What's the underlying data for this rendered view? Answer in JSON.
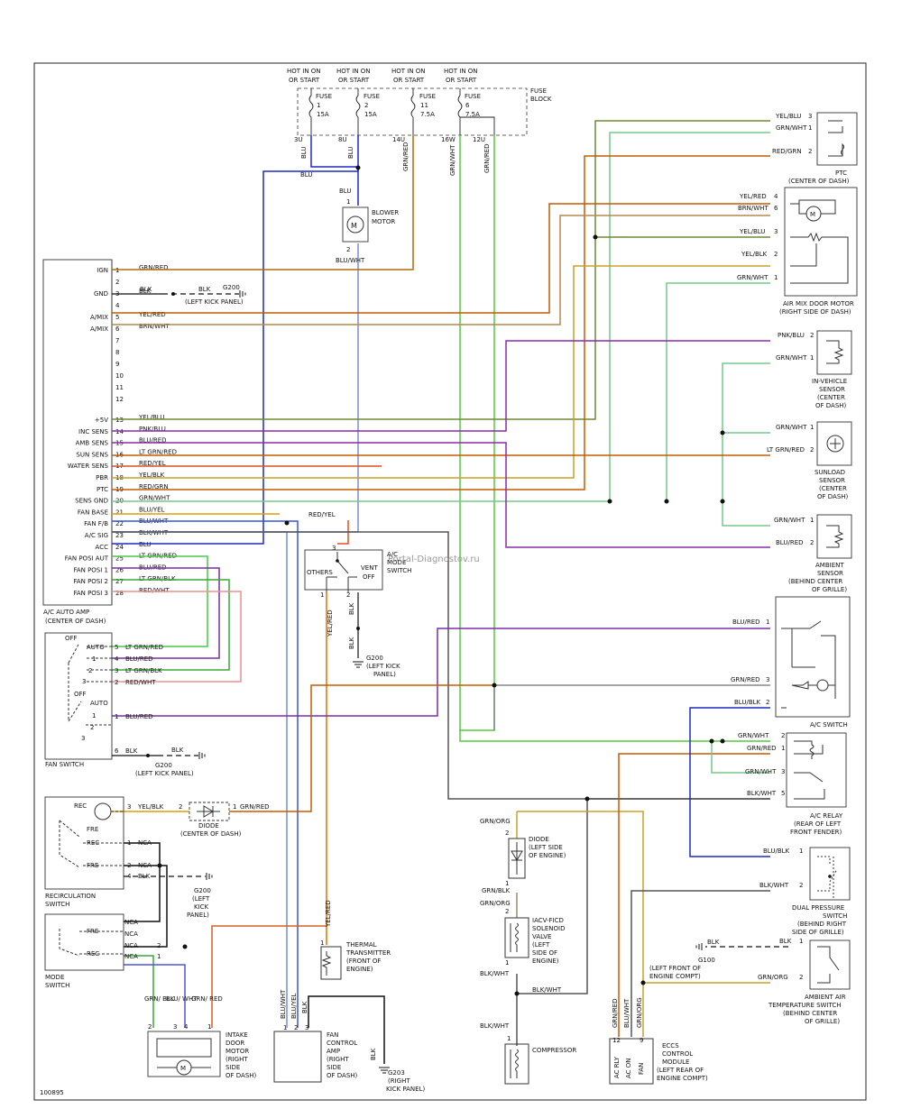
{
  "figure_id": "100895",
  "watermark": "Portal-Diagnostov.ru",
  "fuse_block": {
    "label": [
      "FUSE",
      "BLOCK"
    ],
    "hot_label": [
      "HOT IN ON",
      "OR START"
    ],
    "fuses": [
      {
        "word": "FUSE",
        "num": "1",
        "amp": "15A",
        "term": "3U"
      },
      {
        "word": "FUSE",
        "num": "2",
        "amp": "15A",
        "term": "8U"
      },
      {
        "word": "FUSE",
        "num": "11",
        "amp": "7.5A",
        "term": "14U"
      },
      {
        "word": "FUSE",
        "num": "6",
        "amp": "7.5A",
        "term": "16W"
      }
    ],
    "extra_term": "12U"
  },
  "blower": {
    "label": [
      "BLOWER",
      "MOTOR"
    ],
    "pin1": "1",
    "pin2": "2",
    "wire_in": "BLU",
    "wire_out": "BLU/WHT"
  },
  "top_wires": {
    "w1": "BLU",
    "w2": "BLU",
    "w3": "GRN/RED",
    "w4": "GRN/WHT",
    "w5": "GRN/RED",
    "w_blu2": "BLU"
  },
  "amp": {
    "title": [
      "A/C AUTO AMP",
      "(CENTER OF DASH)"
    ],
    "pins": [
      {
        "label": "IGN",
        "num": "1",
        "wire": "GRN/RED"
      },
      {
        "label": "",
        "num": "2",
        "wire": ""
      },
      {
        "label": "GND",
        "num": "3",
        "wire": "BLK"
      },
      {
        "label": "",
        "num": "4",
        "wire": ""
      },
      {
        "label": "A/MIX",
        "num": "5",
        "wire": "YEL/RED"
      },
      {
        "label": "A/MIX",
        "num": "6",
        "wire": "BRN/WHT"
      },
      {
        "label": "",
        "num": "7",
        "wire": ""
      },
      {
        "label": "",
        "num": "8",
        "wire": ""
      },
      {
        "label": "",
        "num": "9",
        "wire": ""
      },
      {
        "label": "",
        "num": "10",
        "wire": ""
      },
      {
        "label": "",
        "num": "11",
        "wire": ""
      },
      {
        "label": "",
        "num": "12",
        "wire": ""
      },
      {
        "label": "+5V",
        "num": "13",
        "wire": "YEL/BLU"
      },
      {
        "label": "INC SENS",
        "num": "14",
        "wire": "PNK/BLU"
      },
      {
        "label": "AMB SENS",
        "num": "15",
        "wire": "BLU/RED"
      },
      {
        "label": "SUN SENS",
        "num": "16",
        "wire": "LT GRN/RED"
      },
      {
        "label": "WATER SENS",
        "num": "17",
        "wire": "RED/YEL"
      },
      {
        "label": "PBR",
        "num": "18",
        "wire": "YEL/BLK"
      },
      {
        "label": "PTC",
        "num": "19",
        "wire": "RED/GRN"
      },
      {
        "label": "SENS GND",
        "num": "20",
        "wire": "GRN/WHT"
      },
      {
        "label": "FAN BASE",
        "num": "21",
        "wire": "BLU/YEL"
      },
      {
        "label": "FAN F/B",
        "num": "22",
        "wire": "BLU/WHT"
      },
      {
        "label": "A/C SIG",
        "num": "23",
        "wire": "BLK/WHT"
      },
      {
        "label": "ACC",
        "num": "24",
        "wire": "BLU"
      },
      {
        "label": "FAN POSI AUT",
        "num": "25",
        "wire": "LT GRN/RED"
      },
      {
        "label": "FAN POSI 1",
        "num": "26",
        "wire": "BLU/RED"
      },
      {
        "label": "FAN POSI 2",
        "num": "27",
        "wire": "LT GRN/BLK"
      },
      {
        "label": "FAN POSI 3",
        "num": "28",
        "wire": "RED/WHT"
      }
    ]
  },
  "ground_g200": {
    "wire": "BLK",
    "wire2": "BLK",
    "id": "G200",
    "loc": "(LEFT KICK PANEL)"
  },
  "ptc": {
    "label": [
      "PTC",
      "(CENTER OF DASH)"
    ],
    "pins": [
      {
        "wire": "YEL/BLU",
        "num": "3"
      },
      {
        "wire": "GRN/WHT",
        "num": "1"
      },
      {
        "wire": "RED/GRN",
        "num": "2"
      }
    ]
  },
  "air_mix": {
    "label": [
      "AIR MIX DOOR MOTOR",
      "(RIGHT SIDE OF DASH)"
    ],
    "pins": [
      {
        "wire": "YEL/RED",
        "num": "4"
      },
      {
        "wire": "BRN/WHT",
        "num": "6"
      },
      {
        "wire": "YEL/BLU",
        "num": "3"
      },
      {
        "wire": "YEL/BLK",
        "num": "2"
      },
      {
        "wire": "GRN/WHT",
        "num": "1"
      }
    ]
  },
  "in_vehicle": {
    "label": [
      "IN-VEHICLE",
      "SENSOR",
      "(CENTER",
      "OF DASH)"
    ],
    "pins": [
      {
        "wire": "PNK/BLU",
        "num": "2"
      },
      {
        "wire": "GRN/WHT",
        "num": "1"
      }
    ]
  },
  "sunload": {
    "label": [
      "SUNLOAD",
      "SENSOR",
      "(CENTER",
      "OF DASH)"
    ],
    "pins": [
      {
        "wire": "GRN/WHT",
        "num": "1"
      },
      {
        "wire": "LT GRN/RED",
        "num": "2"
      }
    ]
  },
  "ambient": {
    "label": [
      "AMBIENT",
      "SENSOR",
      "(BEHIND CENTER",
      "OF GRILLE)"
    ],
    "pins": [
      {
        "wire": "GRN/WHT",
        "num": "1"
      },
      {
        "wire": "BLU/RED",
        "num": "2"
      }
    ]
  },
  "ac_switch": {
    "label": "A/C SWITCH",
    "pins": [
      {
        "wire": "BLU/RED",
        "num": "1"
      },
      {
        "wire": "GRN/RED",
        "num": "3"
      },
      {
        "wire": "BLU/BLK",
        "num": "2"
      }
    ]
  },
  "ac_relay": {
    "label": [
      "A/C RELAY",
      "(REAR OF LEFT",
      "FRONT FENDER)"
    ],
    "pins": [
      {
        "wire": "GRN/WHT",
        "num": "2"
      },
      {
        "wire": "GRN/RED",
        "num": "1"
      },
      {
        "wire": "GRN/WHT",
        "num": "3"
      },
      {
        "wire": "BLK/WHT",
        "num": "5"
      }
    ]
  },
  "dual_pressure": {
    "label": [
      "DUAL PRESSURE",
      "SWITCH",
      "(BEHIND RIGHT",
      "SIDE OF GRILLE)"
    ],
    "pins": [
      {
        "wire": "BLU/BLK",
        "num": "1"
      },
      {
        "wire": "BLK/WHT",
        "num": "2"
      }
    ]
  },
  "ambient_temp": {
    "label": [
      "AMBIENT AIR",
      "TEMPERATURE SWITCH",
      "(BEHIND CENTER",
      "OF GRILLE)"
    ],
    "pins": [
      {
        "wire": "BLK",
        "num": "1"
      },
      {
        "wire": "GRN/ORG",
        "num": "2"
      }
    ]
  },
  "g100": {
    "wire": "BLK",
    "id": "G100",
    "loc": [
      "(LEFT FRONT OF",
      "ENGINE COMPT)"
    ]
  },
  "vent_switch": {
    "label": [
      "A/C",
      "MODE",
      "SWITCH"
    ],
    "others": "OTHERS",
    "vent": "VENT",
    "off": "OFF",
    "pin3": "3",
    "pin1": "1",
    "pin2": "2",
    "wire_top": "RED/YEL",
    "wire_left": "YEL/RED",
    "wire_right": "BLK"
  },
  "g200_b": {
    "id": "G200",
    "loc": [
      "(LEFT KICK",
      "PANEL)"
    ]
  },
  "fan_switch": {
    "label": "FAN SWITCH",
    "off": "OFF",
    "auto": "AUTO",
    "off2": "OFF",
    "auto2": "AUTO",
    "p1": "1",
    "p2": "2",
    "p3": "3",
    "p1b": "1",
    "p2b": "2",
    "p3b": "3",
    "pins": [
      {
        "num": "5",
        "wire": "LT GRN/RED"
      },
      {
        "num": "4",
        "wire": "BLU/RED"
      },
      {
        "num": "3",
        "wire": "LT GRN/BLK"
      },
      {
        "num": "2",
        "wire": "RED/WHT"
      },
      {
        "num": "1",
        "wire": "BLU/RED"
      },
      {
        "num": "6",
        "wire": "BLK"
      }
    ],
    "ground": {
      "wire": "BLK",
      "id": "G200",
      "loc": "(LEFT KICK PANEL)"
    }
  },
  "diode_center": {
    "label": "DIODE",
    "loc": "(CENTER OF DASH)",
    "wire_l": "YEL/BLK",
    "wire_r": "GRN/RED",
    "pin_l": "2",
    "pin_r": "1"
  },
  "recirc": {
    "label": [
      "RECIRCULATION",
      "SWITCH"
    ],
    "rec": "REC",
    "fre": "FRE",
    "rec2": "REC",
    "fre2": "FRE",
    "pins": [
      {
        "num": "3",
        "wire": ""
      },
      {
        "num": "1",
        "wire": "NCA"
      },
      {
        "num": "2",
        "wire": "NCA"
      },
      {
        "num": "4",
        "wire": "BLK"
      }
    ],
    "ground": {
      "id": "G200",
      "loc": [
        "(LEFT",
        "KICK",
        "PANEL)"
      ]
    }
  },
  "mode_switch": {
    "label": [
      "MODE",
      "SWITCH"
    ],
    "fre": "FRE",
    "rec": "REC",
    "nca": [
      "NCA",
      "NCA",
      "NCA",
      "NCA"
    ],
    "p2": "2",
    "p1": "1"
  },
  "intake": {
    "label": [
      "INTAKE",
      "DOOR",
      "MOTOR",
      "(RIGHT",
      "SIDE",
      "OF DASH)"
    ],
    "wires": [
      "GRN/ BLK",
      "BLU/ WHT",
      "GRN/ RED"
    ],
    "pins": [
      "2",
      "3",
      "4",
      "1"
    ]
  },
  "thermal": {
    "label": [
      "THERMAL",
      "TRANSMITTER",
      "(FRONT OF",
      "ENGINE)"
    ],
    "wire": "YEL/RED",
    "pin": "1"
  },
  "fan_amp": {
    "label": [
      "FAN",
      "CONTROL",
      "AMP",
      "(RIGHT",
      "SIDE",
      "OF DASH)"
    ],
    "wires": [
      "BLU/WHT",
      "BLU/YEL",
      "BLK"
    ],
    "pins": [
      "1",
      "2",
      "3"
    ]
  },
  "g203": {
    "wire": "BLK",
    "id": "G203",
    "loc": [
      "(RIGHT",
      "KICK PANEL)"
    ]
  },
  "diode_engine": {
    "label": [
      "DIODE",
      "(LEFT SIDE",
      "OF ENGINE)"
    ],
    "wire_top": "GRN/ORG",
    "wire_bot": "GRN/BLK",
    "pin_top": "2",
    "pin_bot": "1"
  },
  "iacv": {
    "label": [
      "IACV-FICD",
      "SOLENOID",
      "VALVE",
      "(LEFT",
      "SIDE OF",
      "ENGINE)"
    ],
    "wire_top": "GRN/ORG",
    "wire_bot": "BLK/WHT",
    "pin_top": "2",
    "pin_bot": "1"
  },
  "compressor": {
    "label": "COMPRESSOR",
    "wire": "BLK/WHT",
    "wire2": "BLK/WHT",
    "pin": "1"
  },
  "eccs": {
    "label": [
      "ECCS",
      "CONTROL",
      "MODULE",
      "(LEFT REAR OF",
      "ENGINE COMPT)"
    ],
    "wires": [
      "GRN/RED",
      "BLU/WHT",
      "GRN/ORG"
    ],
    "pins": [
      "12",
      "9"
    ],
    "pin_labels": [
      "AC RLY",
      "AC ON",
      "FAN"
    ]
  }
}
